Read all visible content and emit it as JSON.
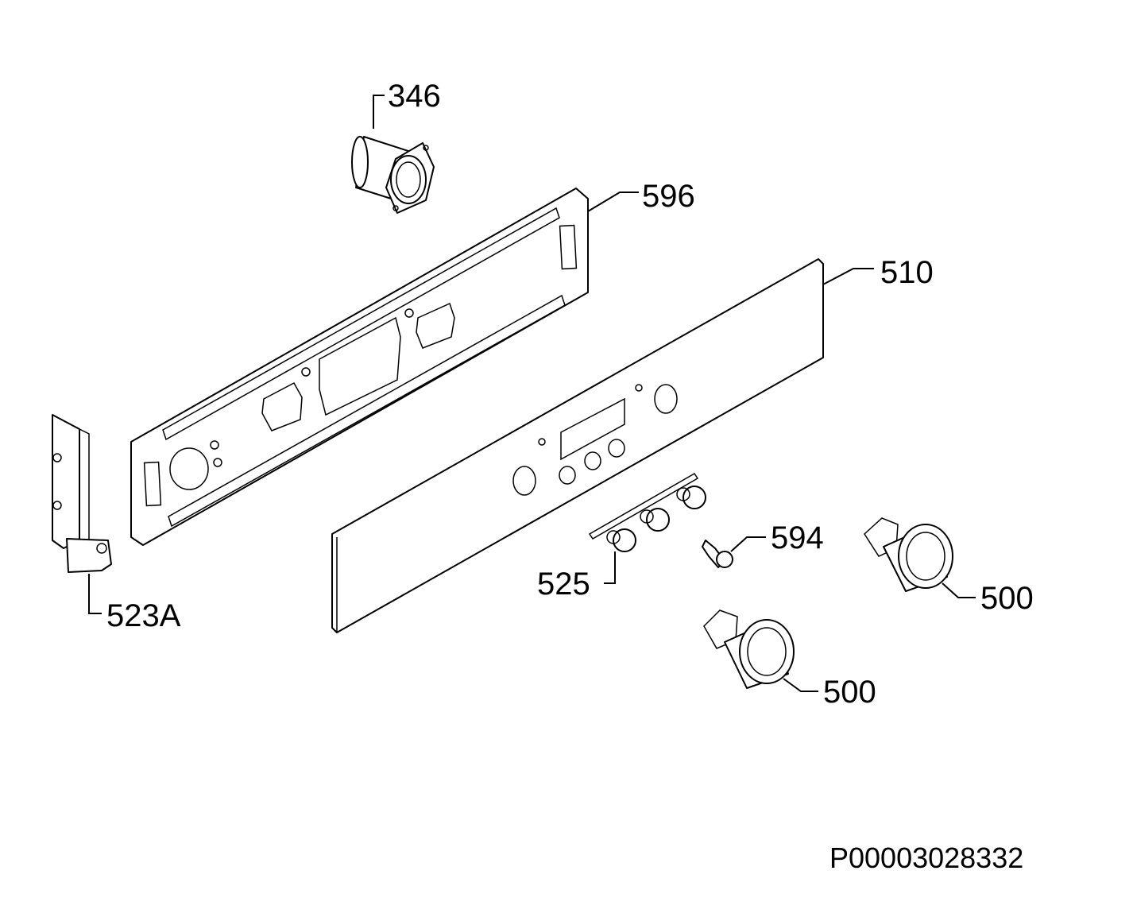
{
  "diagram": {
    "drawing_code": "P00003028332",
    "callouts": [
      {
        "id": "346",
        "label": "346"
      },
      {
        "id": "596",
        "label": "596"
      },
      {
        "id": "510",
        "label": "510"
      },
      {
        "id": "594",
        "label": "594"
      },
      {
        "id": "525",
        "label": "525"
      },
      {
        "id": "523A",
        "label": "523A"
      },
      {
        "id": "500a",
        "label": "500"
      },
      {
        "id": "500b",
        "label": "500"
      }
    ]
  }
}
